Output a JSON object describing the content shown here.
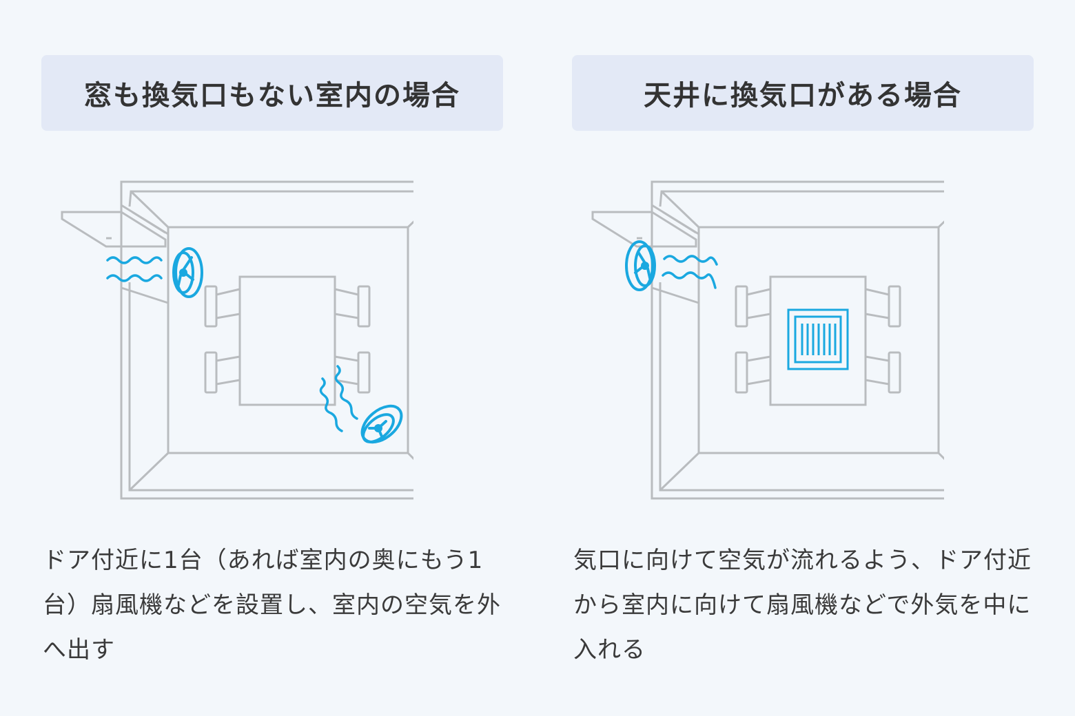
{
  "panels": {
    "left": {
      "title": "窓も換気口もない室内の場合",
      "caption": "ドア付近に1台（あれば室内の奥にもう1台）扇風機などを設置し、室内の空気を外へ出す"
    },
    "right": {
      "title": "天井に換気口がある場合",
      "caption": "気口に向けて空気が流れるよう、ドア付近から室内に向けて扇風機などで外気を中に入れる"
    }
  },
  "colors": {
    "background": "#f3f7fb",
    "title_background": "#e3e9f6",
    "room_line": "#b9bcbf",
    "fan_accent": "#1aa8e0"
  },
  "icons": [
    "fan-icon",
    "airflow-icon",
    "ceiling-vent-icon",
    "door-icon",
    "table-icon",
    "chair-icon"
  ]
}
